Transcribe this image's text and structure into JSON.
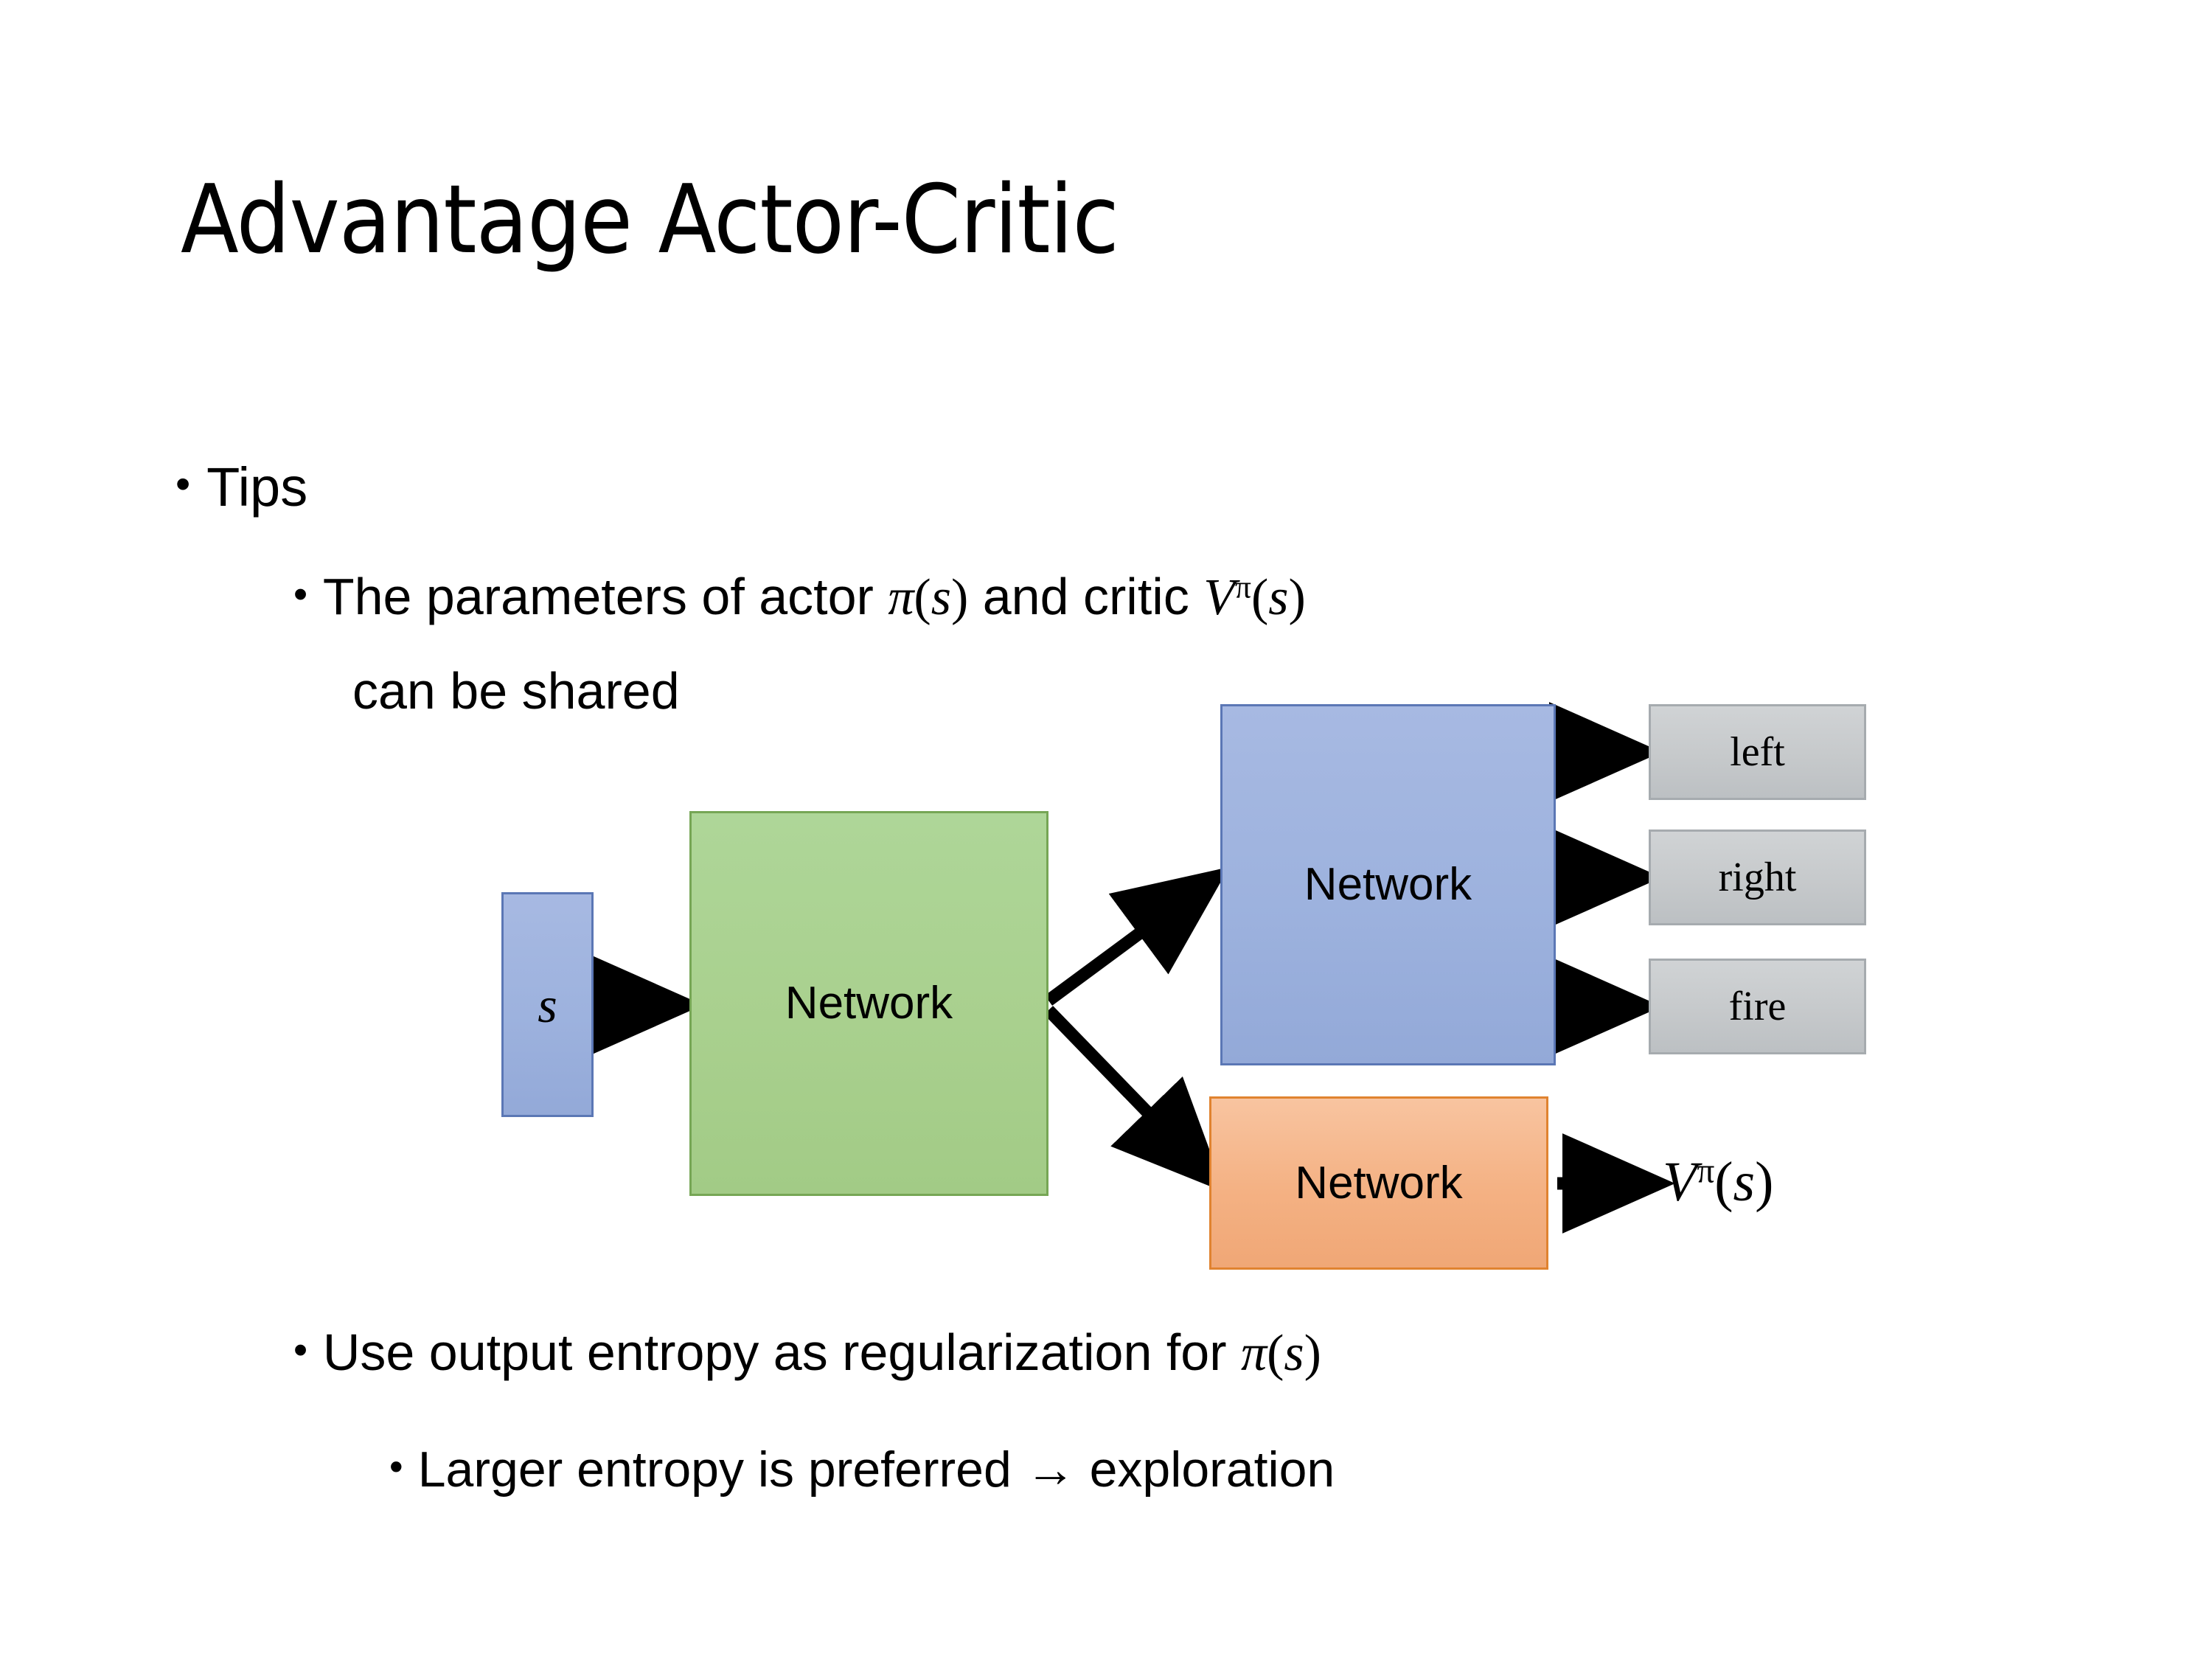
{
  "slide": {
    "title": "Advantage Actor-Critic",
    "background_color": "#FFFFFF"
  },
  "bullets": {
    "tips": "Tips",
    "params_line1_a": "The parameters of actor ",
    "params_pi": "π",
    "params_of_s": "(",
    "params_s": "s",
    "params_close": ")",
    "params_line1_b": "  and critic ",
    "params_V": "V",
    "params_V_sup": "π",
    "params_V_open": "(",
    "params_V_s": "s",
    "params_V_close": ")",
    "params_line2": "can be shared",
    "entropy_a": "Use output entropy as regularization for ",
    "entropy_pi": "π",
    "entropy_open": "(",
    "entropy_s": "s",
    "entropy_close": ")",
    "larger": "Larger entropy is preferred → exploration",
    "marker": "•"
  },
  "diagram": {
    "state_label": "s",
    "shared_network_label": "Network",
    "actor_network_label": "Network",
    "critic_network_label": "Network",
    "actions": [
      {
        "label": "left"
      },
      {
        "label": "right"
      },
      {
        "label": "fire"
      }
    ],
    "value_output_V": "V",
    "value_output_sup": "π",
    "value_output_open": "(",
    "value_output_s": "s",
    "value_output_close": ")",
    "colors": {
      "state_fill": "#9DB2DE",
      "state_stroke": "#5B77B5",
      "shared_fill": "#A9D08E",
      "shared_stroke": "#76A655",
      "actor_fill": "#9DB2DE",
      "actor_stroke": "#5B77B5",
      "critic_fill": "#F4B183",
      "critic_stroke": "#E08330",
      "action_fill": "#C6C9CB",
      "action_stroke": "#A6ABAF",
      "arrow": "#000000"
    }
  }
}
